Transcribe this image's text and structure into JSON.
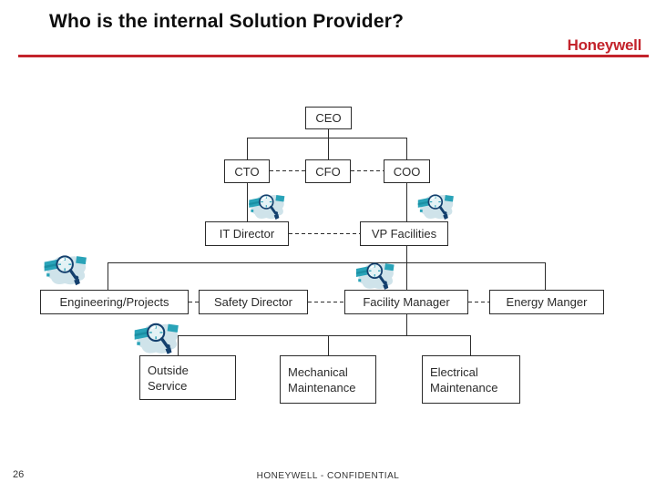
{
  "header": {
    "title": "Who is the internal Solution Provider?",
    "brand": "Honeywell",
    "accent_color": "#c3232b"
  },
  "org_chart": {
    "nodes": {
      "ceo": {
        "label": "CEO"
      },
      "cto": {
        "label": "CTO"
      },
      "cfo": {
        "label": "CFO"
      },
      "coo": {
        "label": "COO"
      },
      "it_director": {
        "label": "IT Director"
      },
      "vp_facilities": {
        "label": "VP Facilities"
      },
      "engineering_projects": {
        "label": "Engineering/Projects"
      },
      "safety_director": {
        "label": "Safety Director"
      },
      "facility_manager": {
        "label": "Facility Manager"
      },
      "energy_manager": {
        "label": "Energy Manger"
      },
      "outside_service": {
        "lines": [
          "Outside",
          "Service"
        ]
      },
      "mechanical_maintenance": {
        "lines": [
          "Mechanical",
          "Maintenance"
        ]
      },
      "electrical_maintenance": {
        "lines": [
          "Electrical",
          "Maintenance"
        ]
      }
    },
    "edges": {
      "solid": [
        [
          "CEO",
          "CTO"
        ],
        [
          "CEO",
          "CFO"
        ],
        [
          "CEO",
          "COO"
        ],
        [
          "CTO",
          "IT Director"
        ],
        [
          "COO",
          "VP Facilities"
        ],
        [
          "VP Facilities",
          "Engineering/Projects"
        ],
        [
          "VP Facilities",
          "Facility Manager"
        ],
        [
          "VP Facilities",
          "Energy Manger"
        ],
        [
          "Facility Manager",
          "Outside Service"
        ],
        [
          "Facility Manager",
          "Mechanical Maintenance"
        ],
        [
          "Facility Manager",
          "Electrical Maintenance"
        ]
      ],
      "dashed": [
        [
          "CTO",
          "CFO"
        ],
        [
          "CFO",
          "COO"
        ],
        [
          "IT Director",
          "VP Facilities"
        ],
        [
          "Engineering/Projects",
          "Safety Director"
        ],
        [
          "Safety Director",
          "Facility Manager"
        ],
        [
          "Facility Manager",
          "Energy Manger"
        ]
      ]
    },
    "icons": {
      "magnifier": "magnifying-glass-clipart",
      "colors": {
        "teal": "#29a3b8",
        "navy": "#14406e",
        "splash": "#cfe3ea",
        "lens": "#e4f2f5"
      }
    }
  },
  "footer": {
    "page_number": "26",
    "classification": "HONEYWELL - CONFIDENTIAL"
  }
}
